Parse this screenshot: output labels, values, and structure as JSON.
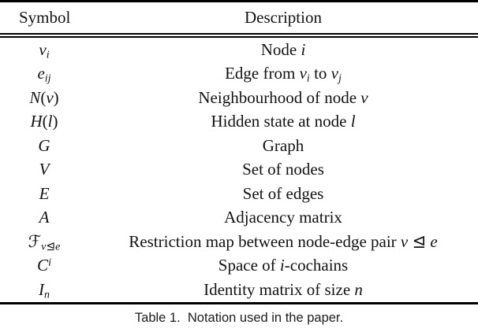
{
  "table": {
    "headers": {
      "symbol": "Symbol",
      "description": "Description"
    },
    "rows": [
      {
        "symbol": "*v*_i_",
        "description": "Node *i*"
      },
      {
        "symbol": "*e*_ij_",
        "description": "Edge from *v*_i_ to *v*_j_"
      },
      {
        "symbol": "*N*(*v*)",
        "description": "Neighbourhood of node *v*"
      },
      {
        "symbol": "*H*(*l*)",
        "description": "Hidden state at node *l*"
      },
      {
        "symbol": "*G*",
        "description": "Graph"
      },
      {
        "symbol": "*V*",
        "description": "Set of nodes"
      },
      {
        "symbol": "*E*",
        "description": "Set of edges"
      },
      {
        "symbol": "*A*",
        "description": "Adjacency matrix"
      },
      {
        "symbol": "ℱ_v⊴e_",
        "description": "Restriction map between node-edge pair *v* ⊴ *e*"
      },
      {
        "symbol": "*C*^i^",
        "description": "Space of *i*-cochains"
      },
      {
        "symbol": "*I*_n_",
        "description": "Identity matrix of size *n*"
      }
    ]
  },
  "caption": "Table 1.  Notation used in the paper.",
  "colors": {
    "text": "#121212",
    "rule": "#000000",
    "background": "#ffffff"
  }
}
